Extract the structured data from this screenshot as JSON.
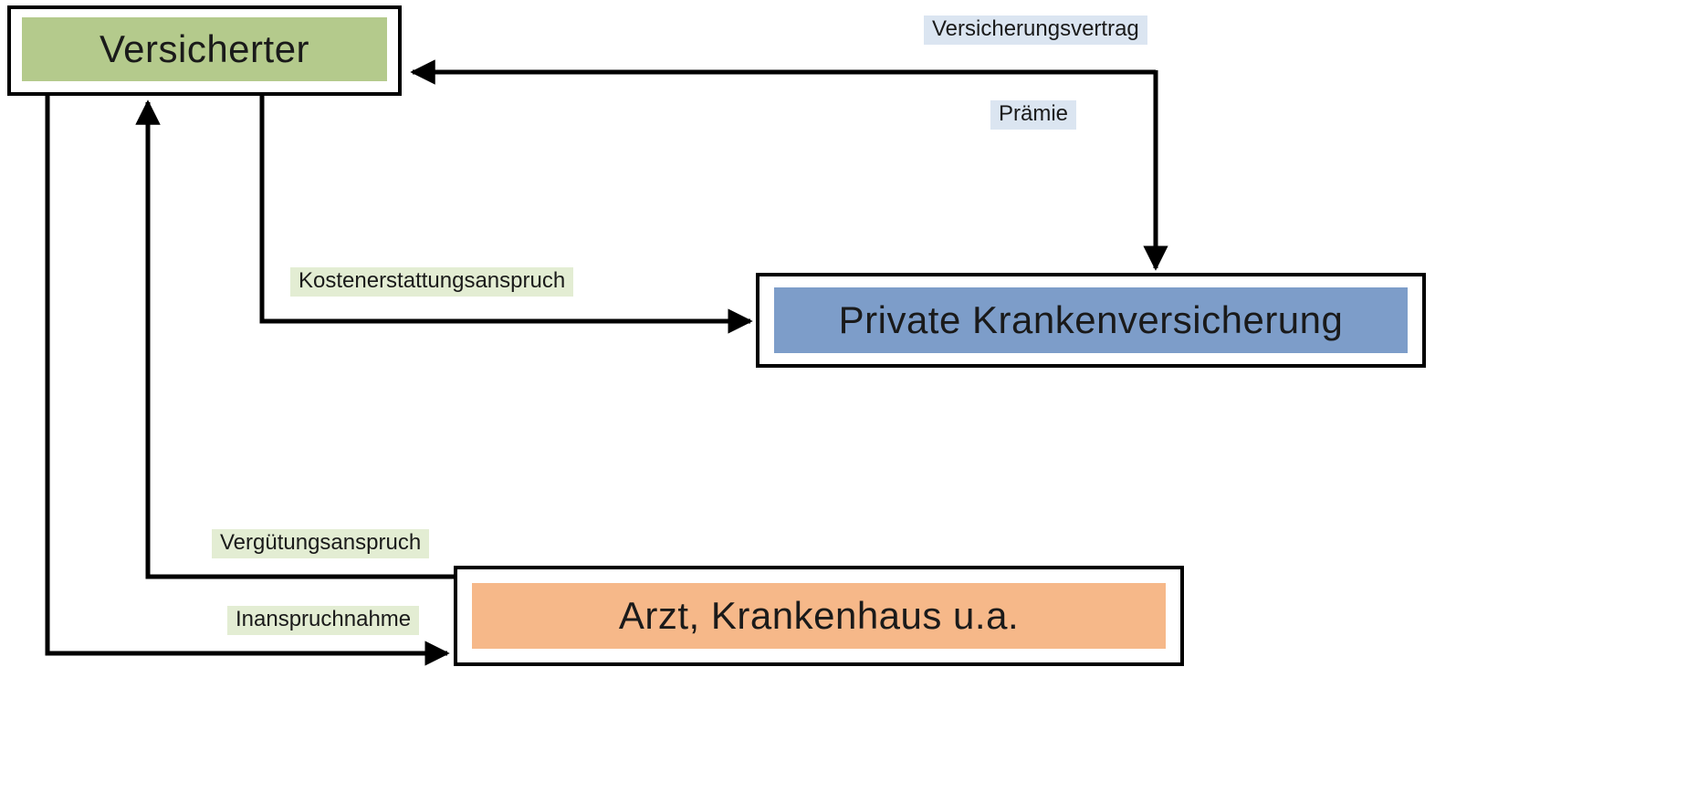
{
  "diagram": {
    "title": "",
    "nodes": [
      {
        "id": "versicherter",
        "label": "Versicherter",
        "fill": "#b4ca8c"
      },
      {
        "id": "private-krankenversicherung",
        "label": "Private Krankenversicherung",
        "fill": "#7d9dc9"
      },
      {
        "id": "arzt-krankenhaus",
        "label": "Arzt, Krankenhaus u.a.",
        "fill": "#f6b889"
      }
    ],
    "edge_labels": [
      {
        "id": "versicherungsvertrag",
        "label": "Versicherungsvertrag",
        "bg": "#dbe5f1"
      },
      {
        "id": "praemie",
        "label": "Prämie",
        "bg": "#dbe5f1"
      },
      {
        "id": "kostenerstattungsanspruch",
        "label": "Kostenerstattungsanspruch",
        "bg": "#e3edd3"
      },
      {
        "id": "verguetungsanspruch",
        "label": "Vergütungsanspruch",
        "bg": "#e3edd3"
      },
      {
        "id": "inanspruchnahme",
        "label": "Inanspruchnahme",
        "bg": "#e3edd3"
      }
    ],
    "edges": [
      {
        "from": "private-krankenversicherung",
        "to": "versicherter",
        "label": "Versicherungsvertrag / Prämie",
        "bidirectional_corner": true
      },
      {
        "from": "versicherter",
        "to": "private-krankenversicherung",
        "label": "Kostenerstattungsanspruch"
      },
      {
        "from": "arzt-krankenhaus",
        "to": "versicherter",
        "label": "Vergütungsanspruch"
      },
      {
        "from": "versicherter",
        "to": "arzt-krankenhaus",
        "label": "Inanspruchnahme"
      }
    ],
    "colors": {
      "line": "#000000",
      "node_border": "#000000",
      "background": "#ffffff",
      "text": "#1a1a1a"
    }
  }
}
